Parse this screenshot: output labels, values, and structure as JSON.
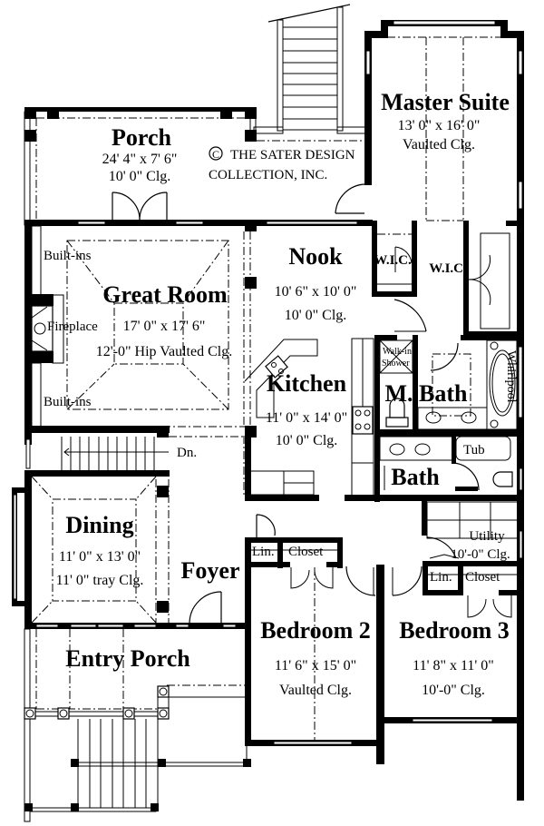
{
  "plan": {
    "copyright": {
      "symbol": "C",
      "line1": "THE SATER DESIGN",
      "line2": "COLLECTION, INC."
    },
    "rooms": {
      "porch": {
        "name": "Porch",
        "size": "24' 4\" x 7' 6\"",
        "ceiling": "10' 0\" Clg."
      },
      "master_suite": {
        "name": "Master Suite",
        "size": "13' 0\" x 16' 0\"",
        "ceiling": "Vaulted Clg."
      },
      "great_room": {
        "name": "Great Room",
        "size": "17' 0\" x 17' 6\"",
        "ceiling": "12'-0\" Hip Vaulted Clg."
      },
      "nook": {
        "name": "Nook",
        "size": "10' 6\" x 10' 0\"",
        "ceiling": "10' 0\" Clg."
      },
      "kitchen": {
        "name": "Kitchen",
        "size": "11' 0\" x 14' 0\"",
        "ceiling": "10' 0\" Clg."
      },
      "m_bath": {
        "name": "M. Bath"
      },
      "bath": {
        "name": "Bath"
      },
      "dining": {
        "name": "Dining",
        "size": "11' 0\" x 13' 0\"",
        "ceiling": "11' 0\" tray Clg."
      },
      "foyer": {
        "name": "Foyer"
      },
      "utility": {
        "name": "Utility",
        "ceiling": "10'-0\" Clg."
      },
      "bedroom_2": {
        "name": "Bedroom 2",
        "size": "11' 6\" x 15' 0\"",
        "ceiling": "Vaulted Clg."
      },
      "bedroom_3": {
        "name": "Bedroom 3",
        "size": "11' 8\" x 11' 0\"",
        "ceiling": "10'-0\" Clg."
      },
      "entry_porch": {
        "name": "Entry Porch"
      }
    },
    "labels": {
      "built_ins_top": "Built-ins",
      "built_ins_bottom": "Built-ins",
      "fireplace": "Fireplace",
      "stairs_down": "Dn.",
      "wic_1": "W.I.C.",
      "wic_2": "W.I.C.",
      "walk_in_shower_1": "Walk-in",
      "walk_in_shower_2": "Shower",
      "whirlpool": "Whirlpool",
      "tub": "Tub",
      "linen_1": "Lin.",
      "closet_1": "Closet",
      "linen_2": "Lin.",
      "closet_2": "Closet"
    }
  }
}
